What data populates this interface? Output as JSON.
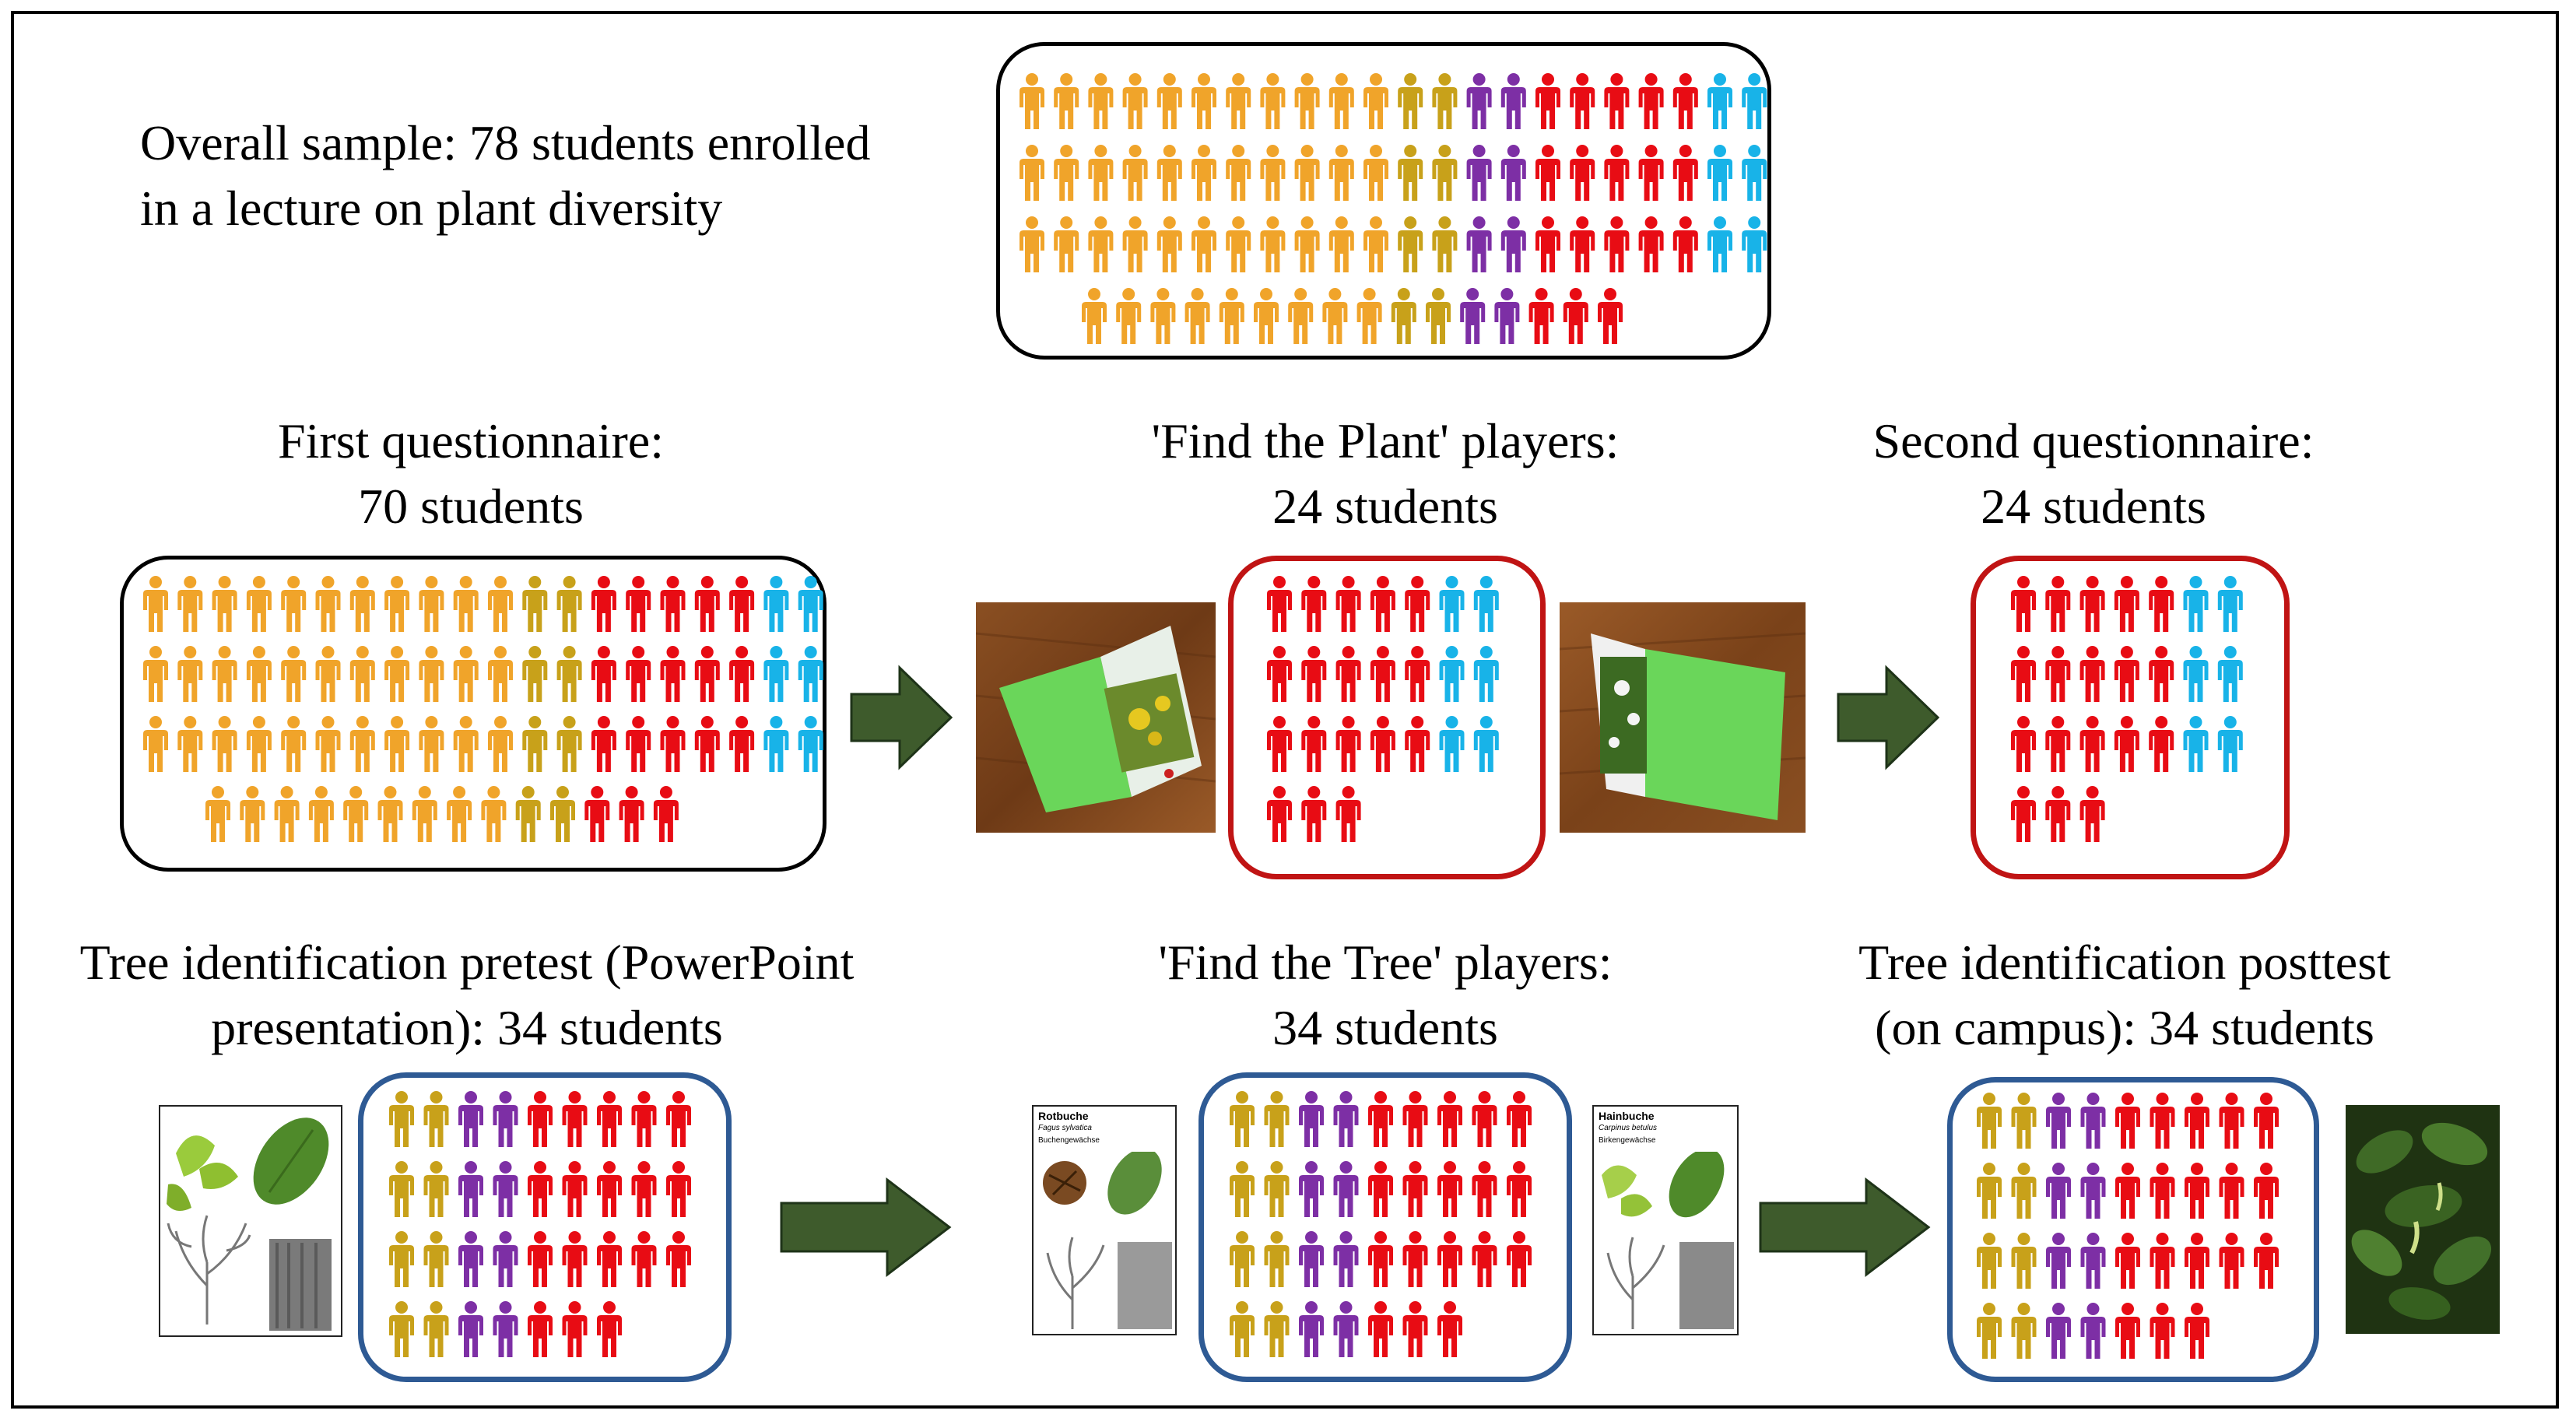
{
  "colors": {
    "orange": "#f0a42a",
    "olive": "#c8a11a",
    "purple": "#7d2fa5",
    "red": "#e80c14",
    "cyan": "#18b3e8",
    "arrow": "#3e5b2c",
    "border_black": "#000000",
    "border_red": "#c01414",
    "border_blue": "#2e5a94"
  },
  "labels": {
    "overall": [
      "Overall sample: 78 students enrolled",
      "in a lecture on plant diversity"
    ],
    "first_q": [
      "First questionnaire:",
      "70 students"
    ],
    "ftp_players": [
      "'Find the Plant' players:",
      "24 students"
    ],
    "second_q": [
      "Second questionnaire:",
      "24 students"
    ],
    "pretest": [
      "Tree identification pretest (PowerPoint",
      "presentation): 34 students"
    ],
    "ftt_players": [
      "'Find the Tree' players:",
      "34 students"
    ],
    "posttest": [
      "Tree identification posttest",
      "(on campus): 34 students"
    ]
  },
  "cards": {
    "rotbuche": [
      "Rotbuche",
      "Fagus sylvatica",
      "Buchengewächse"
    ],
    "hainbuche": [
      "Hainbuche",
      "Carpinus betulus",
      "Birkengewächse"
    ]
  },
  "groups": {
    "overall": {
      "total": 78,
      "rows": [
        [
          "orange",
          11
        ],
        [
          "olive",
          2
        ],
        [
          "purple",
          2
        ],
        [
          "red",
          5
        ],
        [
          "cyan",
          2
        ]
      ],
      "last_row": [
        [
          "orange",
          9
        ],
        [
          "olive",
          2
        ],
        [
          "purple",
          2
        ],
        [
          "red",
          3
        ]
      ]
    },
    "first_q": {
      "total": 70,
      "rows": [
        [
          "orange",
          11
        ],
        [
          "olive",
          2
        ],
        [
          "red",
          5
        ],
        [
          "cyan",
          2
        ]
      ],
      "last_row": [
        [
          "orange",
          9
        ],
        [
          "olive",
          2
        ],
        [
          "red",
          3
        ]
      ]
    },
    "ftp_players": {
      "total": 24,
      "rows": [
        [
          "red",
          5
        ],
        [
          "cyan",
          2
        ]
      ],
      "last_row": [
        [
          "red",
          3
        ]
      ]
    },
    "second_q": {
      "total": 24,
      "rows": [
        [
          "red",
          5
        ],
        [
          "cyan",
          2
        ]
      ],
      "last_row": [
        [
          "red",
          3
        ]
      ]
    },
    "pretest": {
      "total": 34,
      "rows": [
        [
          "olive",
          2
        ],
        [
          "purple",
          2
        ],
        [
          "red",
          5
        ]
      ],
      "last_row": [
        [
          "olive",
          2
        ],
        [
          "purple",
          2
        ],
        [
          "red",
          3
        ]
      ]
    },
    "ftt_players": {
      "total": 34,
      "rows": [
        [
          "olive",
          2
        ],
        [
          "purple",
          2
        ],
        [
          "red",
          5
        ]
      ],
      "last_row": [
        [
          "olive",
          2
        ],
        [
          "purple",
          2
        ],
        [
          "red",
          3
        ]
      ]
    },
    "posttest": {
      "total": 34,
      "rows": [
        [
          "olive",
          2
        ],
        [
          "purple",
          2
        ],
        [
          "red",
          5
        ]
      ],
      "last_row": [
        [
          "olive",
          2
        ],
        [
          "purple",
          2
        ],
        [
          "red",
          3
        ]
      ]
    }
  }
}
